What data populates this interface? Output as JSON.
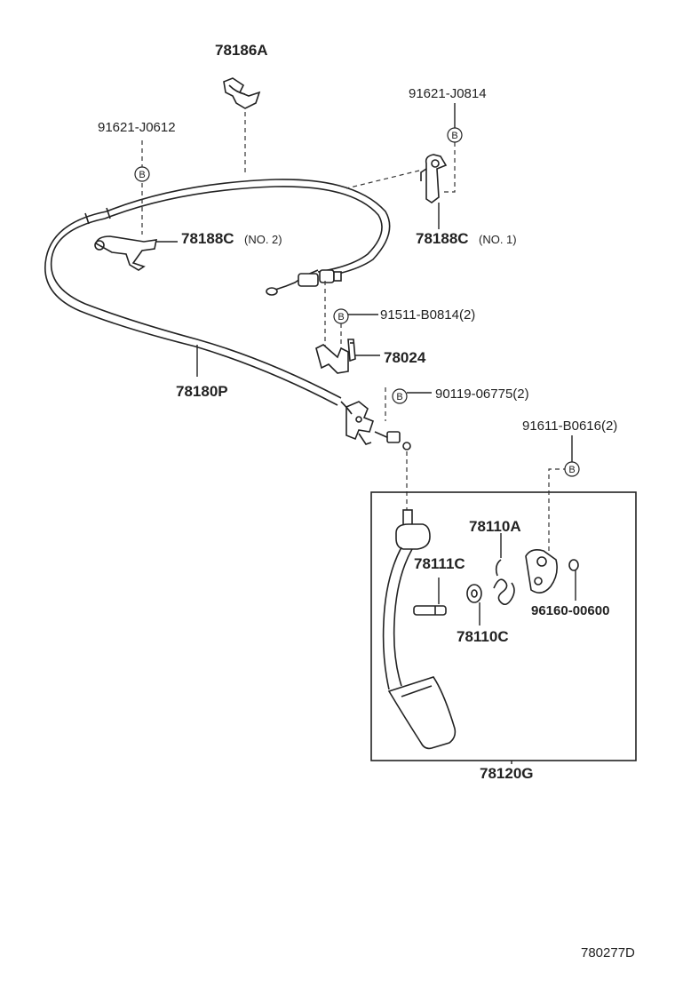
{
  "diagram_code": "780277D",
  "bolt_marker_letter": "B",
  "labels": {
    "clamp_top": "78186A",
    "bolt_left": "91621-J0612",
    "bolt_right": "91621-J0814",
    "clamp_no2": "78188C",
    "clamp_no2_suffix": "(NO. 2)",
    "clamp_no1": "78188C",
    "clamp_no1_suffix": "(NO. 1)",
    "bolt_bracket": "91511-B0814(2)",
    "bracket": "78024",
    "cable": "78180P",
    "bolt_pedal_top": "90119-06775(2)",
    "bolt_pedal_side": "91611-B0616(2)",
    "spring": "78110A",
    "pin": "78111C",
    "bushing": "78110C",
    "washer": "96160-00600",
    "pedal_assembly": "78120G"
  }
}
